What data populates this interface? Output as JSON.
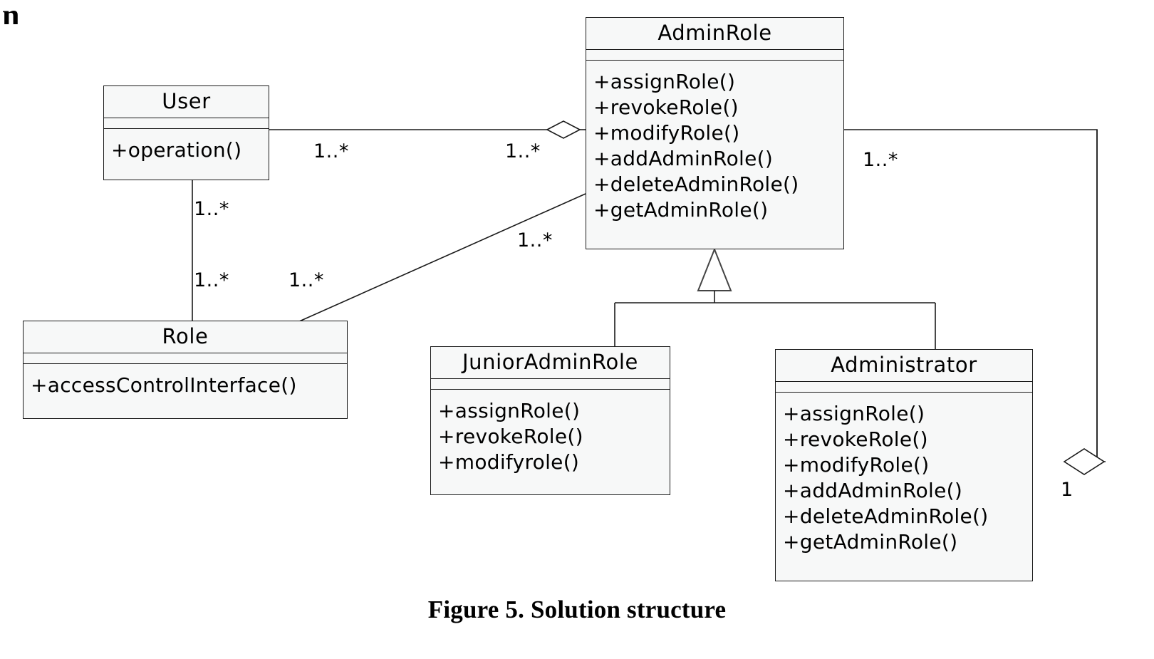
{
  "caption": "Figure 5. Solution structure",
  "corner_fragment": "n",
  "colors": {
    "box_fill": "#f7f8f8",
    "line": "#1a1a1a",
    "text": "#000000",
    "canvas": "#ffffff"
  },
  "classes": {
    "user": {
      "name": "User",
      "attributes": [],
      "operations": [
        "+operation()"
      ]
    },
    "role": {
      "name": "Role",
      "attributes": [],
      "operations": [
        "+accessControlInterface()"
      ]
    },
    "admin_role": {
      "name": "AdminRole",
      "attributes": [],
      "operations": [
        "+assignRole()",
        "+revokeRole()",
        "+modifyRole()",
        "+addAdminRole()",
        "+deleteAdminRole()",
        "+getAdminRole()"
      ]
    },
    "junior_admin_role": {
      "name": "JuniorAdminRole",
      "attributes": [],
      "operations": [
        "+assignRole()",
        "+revokeRole()",
        "+modifyrole()"
      ]
    },
    "administrator": {
      "name": "Administrator",
      "attributes": [],
      "operations": [
        "+assignRole()",
        "+revokeRole()",
        "+modifyRole()",
        "+addAdminRole()",
        "+deleteAdminRole()",
        "+getAdminRole()"
      ]
    }
  },
  "multiplicities": {
    "user_to_adminrole_source": "1..*",
    "user_to_adminrole_target": "1..*",
    "user_to_role_source": "1..*",
    "user_to_role_target": "1..*",
    "role_to_adminrole_source": "1..*",
    "role_to_adminrole_target": "1..*",
    "adminrole_to_administrator_source": "1..*",
    "adminrole_to_administrator_target": "1"
  },
  "relationships": [
    {
      "name": "user-adminrole-aggregation",
      "from": "User",
      "to": "AdminRole",
      "type": "aggregation",
      "source_multiplicity": "1..*",
      "target_multiplicity": "1..*"
    },
    {
      "name": "user-role-association",
      "from": "User",
      "to": "Role",
      "type": "association",
      "source_multiplicity": "1..*",
      "target_multiplicity": "1..*"
    },
    {
      "name": "role-adminrole-association",
      "from": "Role",
      "to": "AdminRole",
      "type": "association",
      "source_multiplicity": "1..*",
      "target_multiplicity": "1..*"
    },
    {
      "name": "adminrole-administrator-aggregation",
      "from": "AdminRole",
      "to": "Administrator",
      "type": "aggregation",
      "source_multiplicity": "1..*",
      "target_multiplicity": "1"
    },
    {
      "name": "juniooradminrole-generalization",
      "from": "JuniorAdminRole",
      "to": "AdminRole",
      "type": "generalization"
    },
    {
      "name": "administrator-generalization",
      "from": "Administrator",
      "to": "AdminRole",
      "type": "generalization"
    }
  ]
}
